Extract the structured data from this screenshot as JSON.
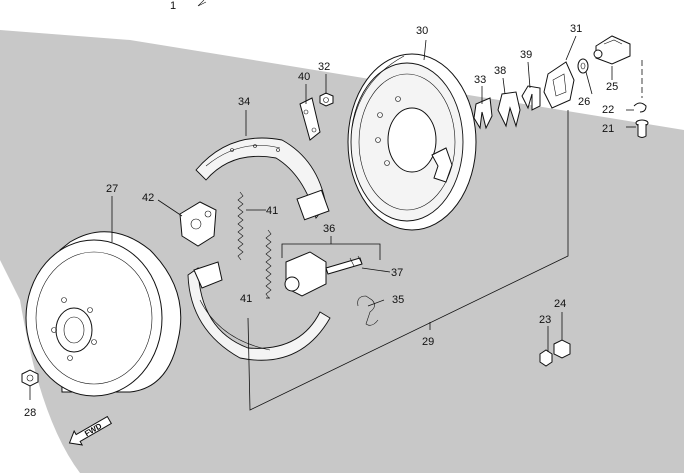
{
  "diagram": {
    "fwd_label": "FWD",
    "callouts": [
      {
        "id": "c1",
        "label": "1"
      },
      {
        "id": "c21",
        "label": "21"
      },
      {
        "id": "c22",
        "label": "22"
      },
      {
        "id": "c23",
        "label": "23"
      },
      {
        "id": "c24",
        "label": "24"
      },
      {
        "id": "c25",
        "label": "25"
      },
      {
        "id": "c26",
        "label": "26"
      },
      {
        "id": "c27",
        "label": "27"
      },
      {
        "id": "c28",
        "label": "28"
      },
      {
        "id": "c29",
        "label": "29"
      },
      {
        "id": "c30",
        "label": "30"
      },
      {
        "id": "c31",
        "label": "31"
      },
      {
        "id": "c32",
        "label": "32"
      },
      {
        "id": "c33",
        "label": "33"
      },
      {
        "id": "c34",
        "label": "34"
      },
      {
        "id": "c35",
        "label": "35"
      },
      {
        "id": "c36",
        "label": "36"
      },
      {
        "id": "c37",
        "label": "37"
      },
      {
        "id": "c38",
        "label": "38"
      },
      {
        "id": "c39",
        "label": "39"
      },
      {
        "id": "c40",
        "label": "40"
      },
      {
        "id": "c41a",
        "label": "41"
      },
      {
        "id": "c41b",
        "label": "41"
      },
      {
        "id": "c42",
        "label": "42"
      }
    ]
  }
}
